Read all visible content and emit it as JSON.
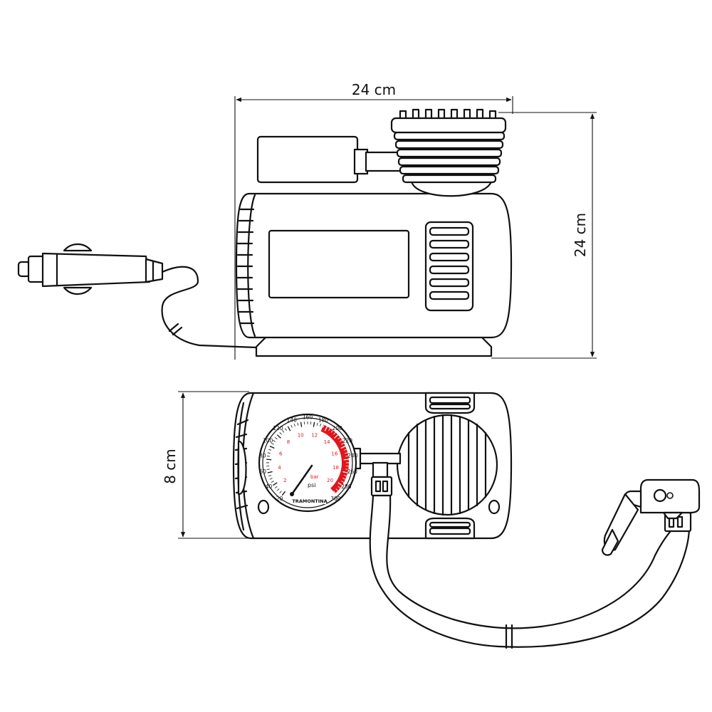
{
  "dimensions": {
    "width_top": "24 cm",
    "height_side": "24 cm",
    "depth": "8 cm"
  },
  "gauge": {
    "psi_ticks": [
      "20",
      "40",
      "60",
      "80",
      "100",
      "120",
      "140",
      "160",
      "180",
      "200",
      "220",
      "240",
      "260",
      "280",
      "300"
    ],
    "bar_ticks": [
      "2",
      "4",
      "6",
      "8",
      "10",
      "12",
      "14",
      "16",
      "18",
      "20"
    ],
    "bar_unit": "bar",
    "psi_unit": "psi",
    "brand": "TRAMONTINA",
    "red_zone_color": "#e0161b"
  },
  "colors": {
    "line": "#111111",
    "accent": "#e0161b"
  }
}
